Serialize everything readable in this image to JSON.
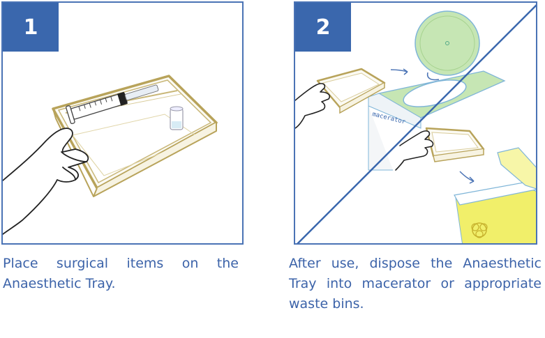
{
  "steps": [
    {
      "number": "1",
      "caption_lines": [
        "Place surgical items on the",
        "Anaesthetic Tray."
      ]
    },
    {
      "number": "2",
      "caption_lines": [
        "After use, dispose the Anaesthetic",
        "Tray into macerator or appropriate",
        "waste bins."
      ],
      "macerator_label": "macerator"
    }
  ],
  "colors": {
    "accent_blue": "#3a67ad",
    "caption_blue": "#3c63a9",
    "tray_gold": "#b8a35a",
    "macerator_green": "#c6e6b4",
    "waste_bin_yellow": "#f1ef6a"
  }
}
